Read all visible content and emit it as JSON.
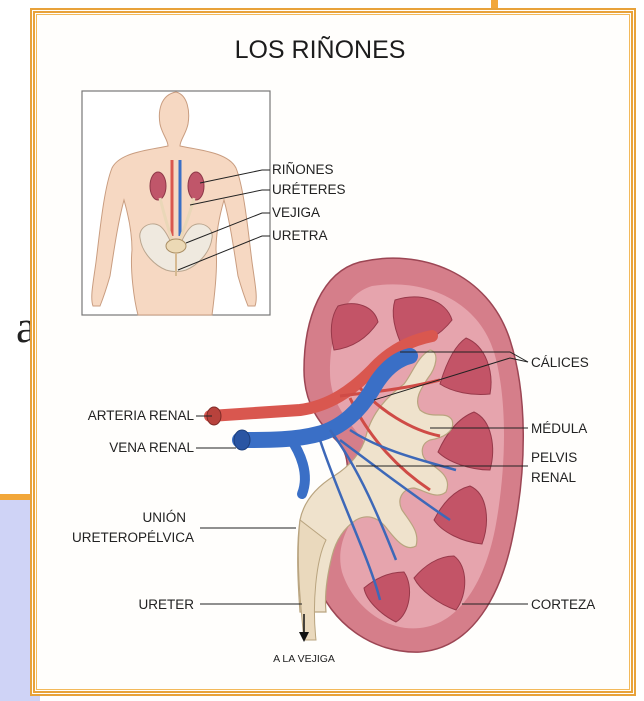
{
  "title": "LOS RIÑONES",
  "inset_labels": {
    "kidneys": "RIÑONES",
    "ureters": "URÉTERES",
    "bladder": "VEJIGA",
    "urethra": "URETRA"
  },
  "labels": {
    "calyces": "CÁLICES",
    "renal_artery": "ARTERIA RENAL",
    "medulla": "MÉDULA",
    "renal_vein": "VENA RENAL",
    "renal_pelvis_1": "PELVIS",
    "renal_pelvis_2": "RENAL",
    "ureteropelvic_junction_1": "UNIÓN",
    "ureteropelvic_junction_2": "URETEROPÉLVICA",
    "ureter": "URETER",
    "cortex": "CORTEZA",
    "to_bladder": "A LA VEJIGA"
  },
  "slide_fragment": "a",
  "colors": {
    "frame": "#e8a23a",
    "kidney_cortex": "#d07a86",
    "kidney_medulla": "#c45a6b",
    "pelvis": "#efe3cf",
    "artery": "#d9574f",
    "vein": "#3a6fc6",
    "skin": "#f5d6bf"
  }
}
